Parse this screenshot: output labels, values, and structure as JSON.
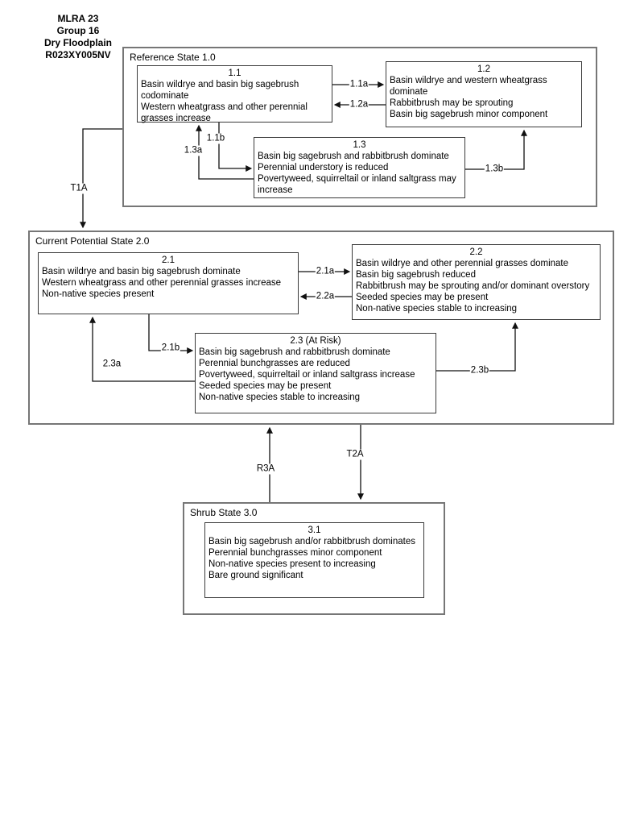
{
  "title_block": {
    "lines": [
      "MLRA 23",
      "Group 16",
      "Dry Floodplain",
      "R023XY005NV"
    ]
  },
  "states": {
    "reference": {
      "label": "Reference State 1.0"
    },
    "current_potential": {
      "label": "Current Potential State 2.0"
    },
    "shrub": {
      "label": "Shrub State 3.0"
    }
  },
  "communities": {
    "c11": {
      "title": "1.1",
      "lines": [
        "Basin wildrye and basin big sagebrush codominate",
        "Western wheatgrass and other perennial grasses increase"
      ]
    },
    "c12": {
      "title": "1.2",
      "lines": [
        "Basin wildrye and western wheatgrass dominate",
        "Rabbitbrush may be sprouting",
        "Basin big sagebrush minor component"
      ]
    },
    "c13": {
      "title": "1.3",
      "lines": [
        "Basin big sagebrush and rabbitbrush dominate",
        "Perennial understory is reduced",
        "Povertyweed, squirreltail or inland saltgrass may increase"
      ]
    },
    "c21": {
      "title": "2.1",
      "lines": [
        "Basin wildrye and basin big sagebrush dominate",
        "Western wheatgrass and other perennial grasses increase",
        "Non-native species present"
      ]
    },
    "c22": {
      "title": "2.2",
      "lines": [
        "Basin wildrye and other perennial grasses dominate",
        "Basin big sagebrush reduced",
        "Rabbitbrush may be sprouting and/or dominant overstory",
        "Seeded species may be present",
        "Non-native species stable to increasing"
      ]
    },
    "c23": {
      "title": "2.3 (At Risk)",
      "lines": [
        "Basin big sagebrush and rabbitbrush dominate",
        "Perennial bunchgrasses are reduced",
        "Povertyweed, squirreltail or inland saltgrass increase",
        "Seeded species may be present",
        "Non-native species stable to increasing"
      ]
    },
    "c31": {
      "title": "3.1",
      "lines": [
        "Basin big sagebrush and/or rabbitbrush dominates",
        "Perennial bunchgrasses minor component",
        "Non-native species present to increasing",
        "Bare ground significant"
      ]
    }
  },
  "pathways": {
    "p11a": "1.1a",
    "p12a": "1.2a",
    "p11b": "1.1b",
    "p13a": "1.3a",
    "p13b": "1.3b",
    "t1a": "T1A",
    "p21a": "2.1a",
    "p22a": "2.2a",
    "p21b": "2.1b",
    "p23a": "2.3a",
    "p23b": "2.3b",
    "r3a": "R3A",
    "t2a": "T2A"
  },
  "colors": {
    "state_border": "#767676",
    "community_border": "#3a3a3a",
    "arrow": "#111111",
    "background": "#ffffff"
  }
}
